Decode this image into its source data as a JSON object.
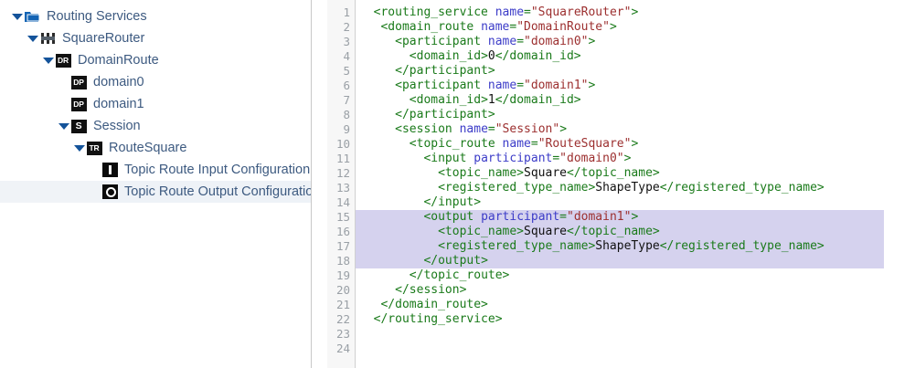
{
  "tree": {
    "name": "routing-services-tree",
    "items": [
      {
        "id": "routing-services",
        "label": "Routing Services",
        "icon": "folder-icon",
        "depth": 0,
        "twisty": "open",
        "selected": false
      },
      {
        "id": "square-router",
        "label": "SquareRouter",
        "icon": "router-icon",
        "depth": 1,
        "twisty": "open",
        "selected": false
      },
      {
        "id": "domain-route",
        "label": "DomainRoute",
        "icon": "dr-badge-icon",
        "badge": "DR",
        "depth": 2,
        "twisty": "open",
        "selected": false
      },
      {
        "id": "domain0",
        "label": "domain0",
        "icon": "dp-badge-icon",
        "badge": "DP",
        "depth": 3,
        "twisty": "none",
        "selected": false
      },
      {
        "id": "domain1",
        "label": "domain1",
        "icon": "dp-badge-icon",
        "badge": "DP",
        "depth": 3,
        "twisty": "none",
        "selected": false
      },
      {
        "id": "session",
        "label": "Session",
        "icon": "s-badge-icon",
        "badge": "S",
        "depth": 3,
        "twisty": "open",
        "selected": false
      },
      {
        "id": "route-square",
        "label": "RouteSquare",
        "icon": "tr-badge-icon",
        "badge": "TR",
        "depth": 4,
        "twisty": "open",
        "selected": false
      },
      {
        "id": "topic-route-input-configuration",
        "label": "Topic Route Input Configuration",
        "icon": "input-badge-icon",
        "depth": 5,
        "twisty": "none",
        "selected": false
      },
      {
        "id": "topic-route-output-configuration",
        "label": "Topic Route Output Configuration",
        "icon": "output-badge-icon",
        "depth": 5,
        "twisty": "none",
        "selected": true
      }
    ]
  },
  "editor": {
    "name": "xml-code-editor",
    "language": "xml",
    "first_line": 1,
    "total_lines": 24,
    "highlighted_lines": [
      15,
      16,
      17,
      18
    ],
    "line_numbers": [
      1,
      2,
      3,
      4,
      5,
      6,
      7,
      8,
      9,
      10,
      11,
      12,
      13,
      14,
      15,
      16,
      17,
      18,
      19,
      20,
      21,
      22,
      23,
      24
    ],
    "lines": [
      {
        "n": 1,
        "indent": 2,
        "hl": false,
        "tokens": [
          {
            "t": "tg",
            "v": "<routing_service "
          },
          {
            "t": "at",
            "v": "name"
          },
          {
            "t": "tg",
            "v": "="
          },
          {
            "t": "va",
            "v": "\"SquareRouter\""
          },
          {
            "t": "tg",
            "v": ">"
          }
        ]
      },
      {
        "n": 2,
        "indent": 3,
        "hl": false,
        "tokens": [
          {
            "t": "tg",
            "v": "<domain_route "
          },
          {
            "t": "at",
            "v": "name"
          },
          {
            "t": "tg",
            "v": "="
          },
          {
            "t": "va",
            "v": "\"DomainRoute\""
          },
          {
            "t": "tg",
            "v": ">"
          }
        ]
      },
      {
        "n": 3,
        "indent": 5,
        "hl": false,
        "tokens": [
          {
            "t": "tg",
            "v": "<participant "
          },
          {
            "t": "at",
            "v": "name"
          },
          {
            "t": "tg",
            "v": "="
          },
          {
            "t": "va",
            "v": "\"domain0\""
          },
          {
            "t": "tg",
            "v": ">"
          }
        ]
      },
      {
        "n": 4,
        "indent": 7,
        "hl": false,
        "tokens": [
          {
            "t": "tg",
            "v": "<domain_id>"
          },
          {
            "t": "tx",
            "v": "0"
          },
          {
            "t": "tg",
            "v": "</domain_id>"
          }
        ]
      },
      {
        "n": 5,
        "indent": 5,
        "hl": false,
        "tokens": [
          {
            "t": "tg",
            "v": "</participant>"
          }
        ]
      },
      {
        "n": 6,
        "indent": 5,
        "hl": false,
        "tokens": [
          {
            "t": "tg",
            "v": "<participant "
          },
          {
            "t": "at",
            "v": "name"
          },
          {
            "t": "tg",
            "v": "="
          },
          {
            "t": "va",
            "v": "\"domain1\""
          },
          {
            "t": "tg",
            "v": ">"
          }
        ]
      },
      {
        "n": 7,
        "indent": 7,
        "hl": false,
        "tokens": [
          {
            "t": "tg",
            "v": "<domain_id>"
          },
          {
            "t": "tx",
            "v": "1"
          },
          {
            "t": "tg",
            "v": "</domain_id>"
          }
        ]
      },
      {
        "n": 8,
        "indent": 5,
        "hl": false,
        "tokens": [
          {
            "t": "tg",
            "v": "</participant>"
          }
        ]
      },
      {
        "n": 9,
        "indent": 5,
        "hl": false,
        "tokens": [
          {
            "t": "tg",
            "v": "<session "
          },
          {
            "t": "at",
            "v": "name"
          },
          {
            "t": "tg",
            "v": "="
          },
          {
            "t": "va",
            "v": "\"Session\""
          },
          {
            "t": "tg",
            "v": ">"
          }
        ]
      },
      {
        "n": 10,
        "indent": 7,
        "hl": false,
        "tokens": [
          {
            "t": "tg",
            "v": "<topic_route "
          },
          {
            "t": "at",
            "v": "name"
          },
          {
            "t": "tg",
            "v": "="
          },
          {
            "t": "va",
            "v": "\"RouteSquare\""
          },
          {
            "t": "tg",
            "v": ">"
          }
        ]
      },
      {
        "n": 11,
        "indent": 9,
        "hl": false,
        "tokens": [
          {
            "t": "tg",
            "v": "<input "
          },
          {
            "t": "at",
            "v": "participant"
          },
          {
            "t": "tg",
            "v": "="
          },
          {
            "t": "va",
            "v": "\"domain0\""
          },
          {
            "t": "tg",
            "v": ">"
          }
        ]
      },
      {
        "n": 12,
        "indent": 11,
        "hl": false,
        "tokens": [
          {
            "t": "tg",
            "v": "<topic_name>"
          },
          {
            "t": "tx",
            "v": "Square"
          },
          {
            "t": "tg",
            "v": "</topic_name>"
          }
        ]
      },
      {
        "n": 13,
        "indent": 11,
        "hl": false,
        "tokens": [
          {
            "t": "tg",
            "v": "<registered_type_name>"
          },
          {
            "t": "tx",
            "v": "ShapeType"
          },
          {
            "t": "tg",
            "v": "</registered_type_name>"
          }
        ]
      },
      {
        "n": 14,
        "indent": 9,
        "hl": false,
        "tokens": [
          {
            "t": "tg",
            "v": "</input>"
          }
        ]
      },
      {
        "n": 15,
        "indent": 9,
        "hl": true,
        "tokens": [
          {
            "t": "tg",
            "v": "<output "
          },
          {
            "t": "at",
            "v": "participant"
          },
          {
            "t": "tg",
            "v": "="
          },
          {
            "t": "va",
            "v": "\"domain1\""
          },
          {
            "t": "tg",
            "v": ">"
          }
        ]
      },
      {
        "n": 16,
        "indent": 11,
        "hl": true,
        "tokens": [
          {
            "t": "tg",
            "v": "<topic_name>"
          },
          {
            "t": "tx",
            "v": "Square"
          },
          {
            "t": "tg",
            "v": "</topic_name>"
          }
        ]
      },
      {
        "n": 17,
        "indent": 11,
        "hl": true,
        "tokens": [
          {
            "t": "tg",
            "v": "<registered_type_name>"
          },
          {
            "t": "tx",
            "v": "ShapeType"
          },
          {
            "t": "tg",
            "v": "</registered_type_name>"
          }
        ]
      },
      {
        "n": 18,
        "indent": 9,
        "hl": true,
        "tokens": [
          {
            "t": "tg",
            "v": "</output>"
          }
        ]
      },
      {
        "n": 19,
        "indent": 7,
        "hl": false,
        "tokens": [
          {
            "t": "tg",
            "v": "</topic_route>"
          }
        ]
      },
      {
        "n": 20,
        "indent": 5,
        "hl": false,
        "tokens": [
          {
            "t": "tg",
            "v": "</session>"
          }
        ]
      },
      {
        "n": 21,
        "indent": 3,
        "hl": false,
        "tokens": [
          {
            "t": "tg",
            "v": "</domain_route>"
          }
        ]
      },
      {
        "n": 22,
        "indent": 2,
        "hl": false,
        "tokens": [
          {
            "t": "tg",
            "v": "</routing_service>"
          }
        ]
      },
      {
        "n": 23,
        "indent": 0,
        "hl": false,
        "tokens": []
      },
      {
        "n": 24,
        "indent": 0,
        "hl": false,
        "tokens": []
      }
    ]
  },
  "colors": {
    "tag": "#1a7a1a",
    "attribute": "#3c3cc8",
    "value": "#9c2f2f",
    "text": "#101010",
    "selection": "#d5d2ee",
    "tree_text": "#3d5a80",
    "tree_selection": "#eef2f7",
    "gutter_bg": "#f7f7f7",
    "line_number": "#9aa0a6",
    "folder_icon": "#1464b4",
    "twisty": "#14539a"
  }
}
